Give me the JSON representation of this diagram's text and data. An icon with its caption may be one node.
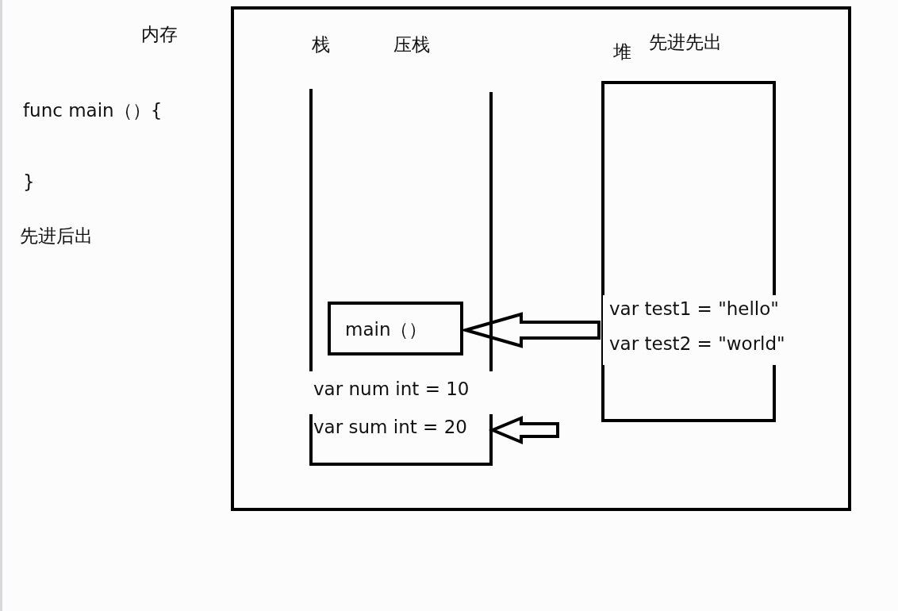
{
  "diagram": {
    "nodes": [
      {
        "text": [],
        "shape": "box"
      },
      {
        "text": [
          "栈",
          "压栈"
        ],
        "in": 0
      },
      {
        "text": [
          "main（）"
        ],
        "in": 1
      },
      {
        "text": [
          "堆",
          "先进先出"
        ],
        "in": 0
      },
      {
        "text": [
          "var test1 = \"hello\"",
          "var test2 = \"world\""
        ],
        "in": 0
      },
      {
        "text": [
          "var sum int = 20"
        ],
        "in": 1
      }
    ],
    "edges": [
      {
        "from": 4,
        "to": 2,
        "arrow": "to"
      },
      {
        "from": null,
        "to": 5,
        "arrow": "to"
      }
    ],
    "labels": [
      "内存",
      "func main（）{",
      "}",
      "先进后出",
      "var num int = 10"
    ]
  }
}
